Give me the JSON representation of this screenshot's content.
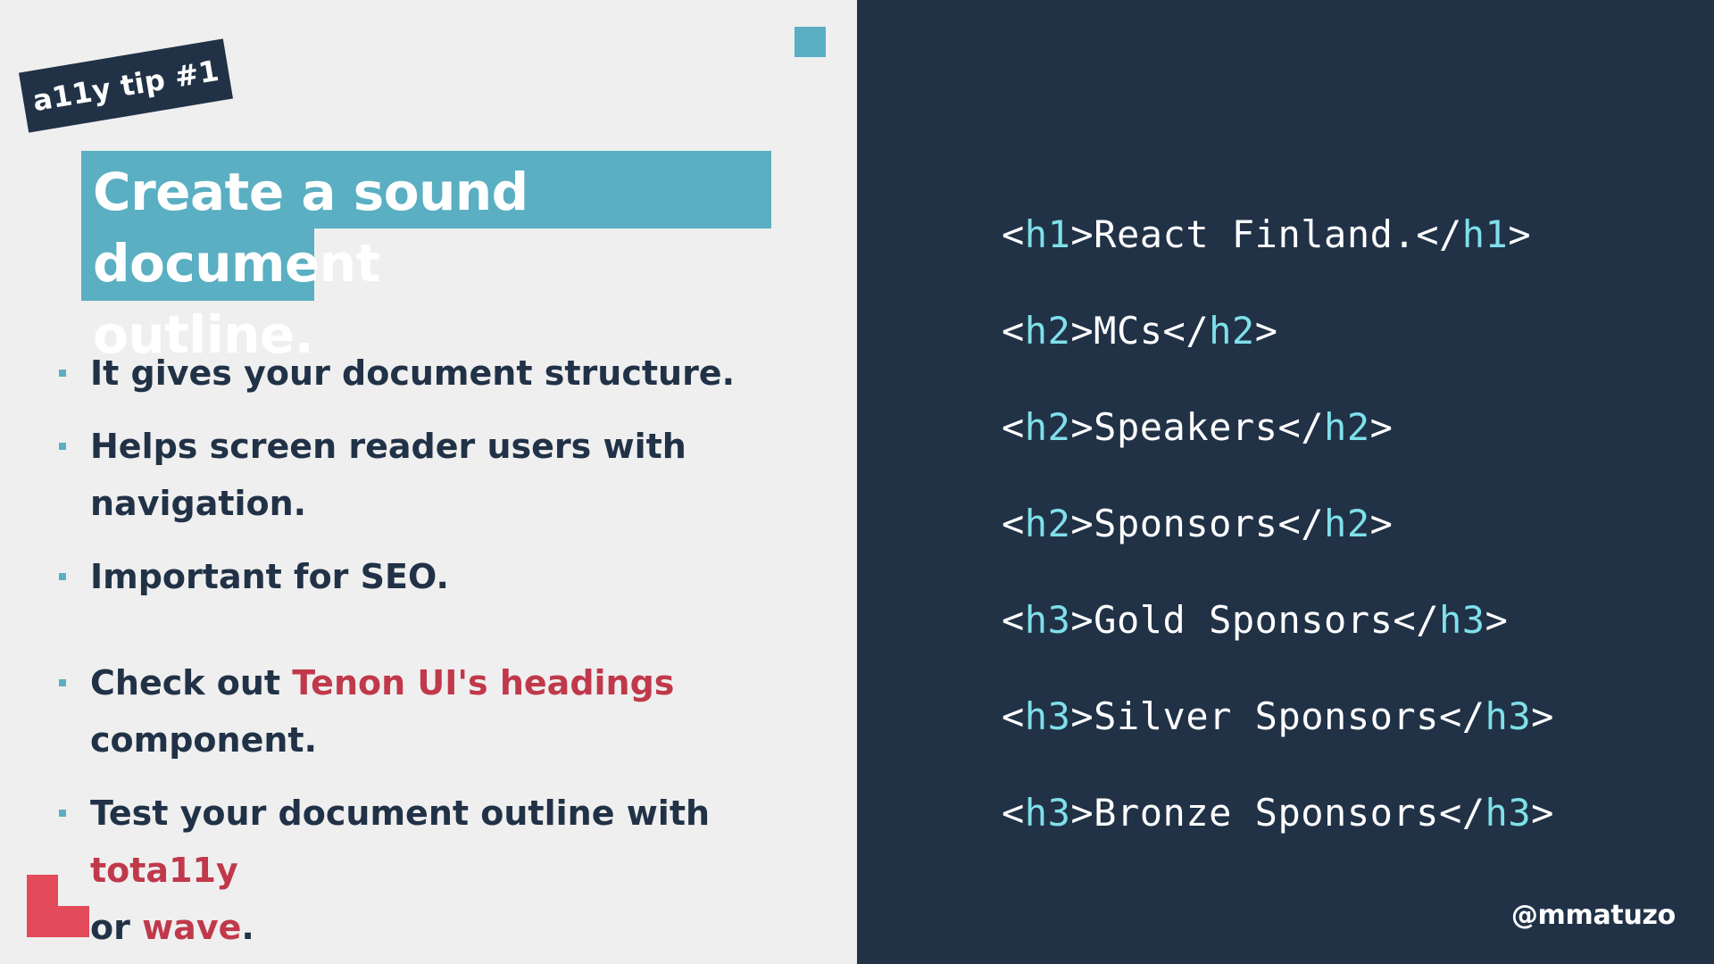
{
  "tag": {
    "label": "a11y tip #1"
  },
  "title": {
    "line1": "Create a sound document",
    "line2": "outline."
  },
  "bullets": [
    {
      "text": "It gives your document structure."
    },
    {
      "text_line1": "Helps screen reader users with",
      "text_line2": "navigation."
    },
    {
      "text": "Important for SEO."
    },
    {
      "prefix": "Check out ",
      "link": "Tenon UI's headings",
      "suffix": "component."
    },
    {
      "prefix": "Test your document outline with ",
      "link1": "tota11y",
      "mid": "or ",
      "link2": "wave",
      "end": "."
    }
  ],
  "code": [
    {
      "open": "h1",
      "content": "React Finland.",
      "close": "h1"
    },
    {
      "open": "h2",
      "content": "MCs",
      "close": "h2"
    },
    {
      "open": "h2",
      "content": "Speakers",
      "close": "h2"
    },
    {
      "open": "h2",
      "content": "Sponsors",
      "close": "h2"
    },
    {
      "open": "h3",
      "content": "Gold Sponsors",
      "close": "h3"
    },
    {
      "open": "h3",
      "content": "Silver Sponsors",
      "close": "h3"
    },
    {
      "open": "h3",
      "content": "Bronze Sponsors",
      "close": "h3"
    }
  ],
  "footer": {
    "handle": "@mmatuzo"
  },
  "colors": {
    "navy": "#213247",
    "teal": "#5aafc2",
    "red_link": "#c0394b",
    "red_deco": "#e34b5a",
    "code_tag": "#7fe0ea",
    "light_bg": "#efefef"
  }
}
